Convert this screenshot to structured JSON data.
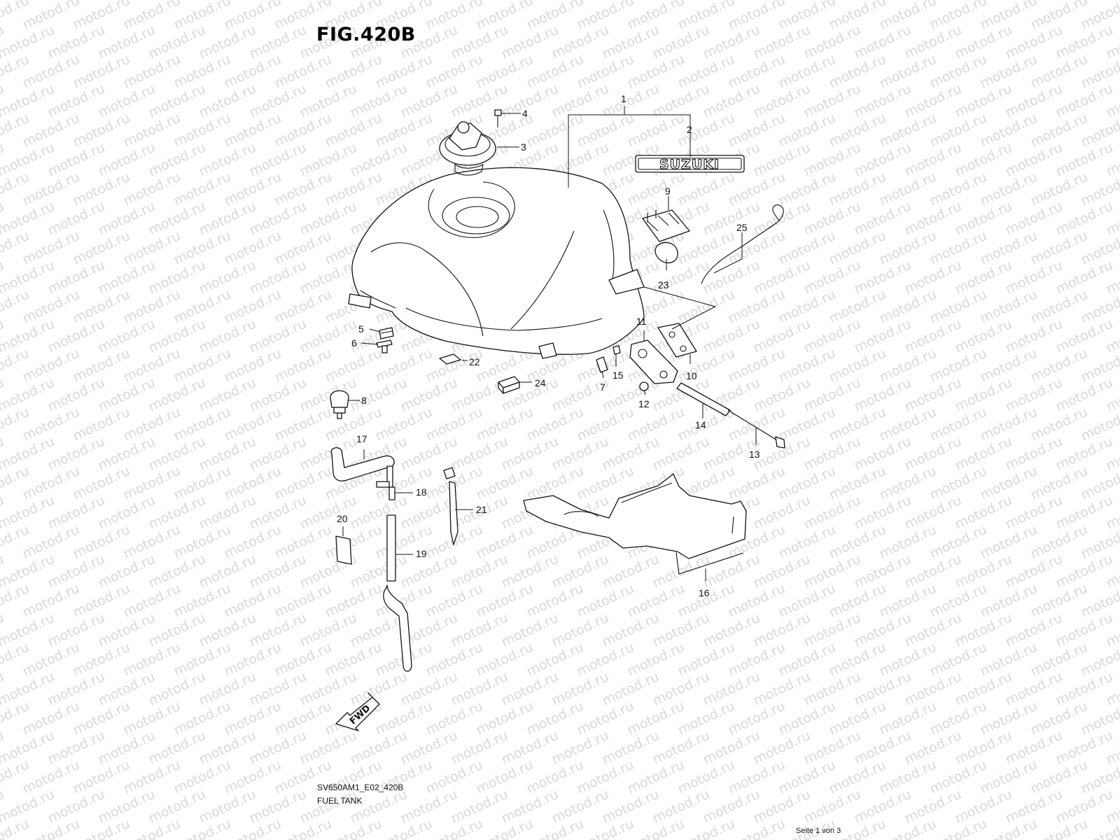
{
  "figure": {
    "title": "FIG.420B",
    "model_code": "SV650AM1_E02_420B",
    "name": "FUEL TANK",
    "page": "Seite 1 von 3"
  },
  "watermark": {
    "text": "motod.ru",
    "color": "#d9d9d9"
  },
  "emblem": {
    "text": "SUZUKI"
  },
  "fwd_arrow": {
    "text": "FWD"
  },
  "callouts": [
    "1",
    "2",
    "3",
    "4",
    "5",
    "6",
    "7",
    "8",
    "9",
    "10",
    "11",
    "12",
    "13",
    "14",
    "15",
    "16",
    "17",
    "18",
    "19",
    "20",
    "21",
    "22",
    "23",
    "24",
    "25"
  ]
}
